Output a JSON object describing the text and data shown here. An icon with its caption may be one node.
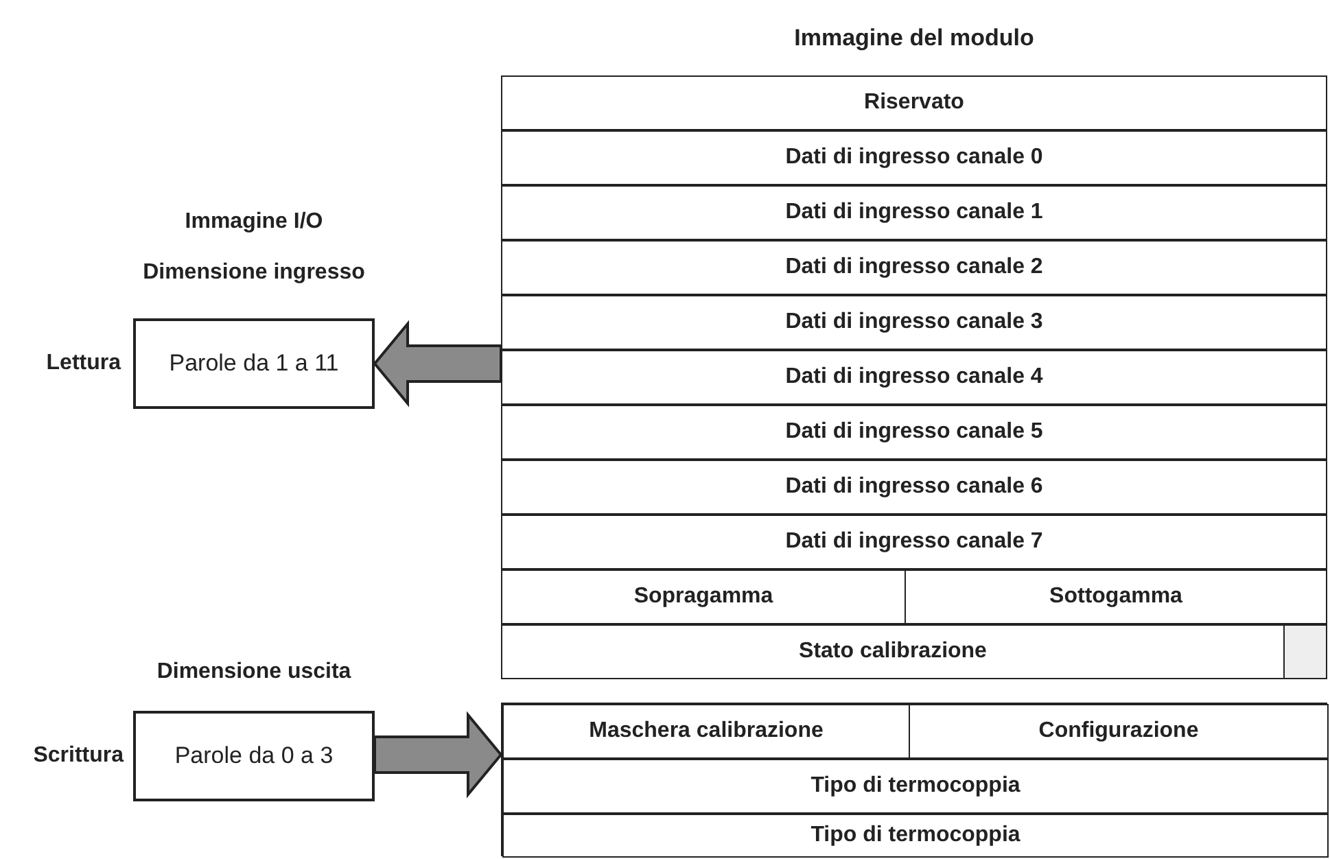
{
  "diagram": {
    "nodes": [
      {
        "text": [
          "Immagine del modulo"
        ]
      },
      {
        "text": [
          "Riservato"
        ],
        "in": 0
      },
      {
        "text": [
          "Dati di ingresso canale 0"
        ],
        "in": 0
      },
      {
        "text": [
          "Dati di ingresso canale 1"
        ],
        "in": 0
      },
      {
        "text": [
          "Dati di ingresso canale 2"
        ],
        "in": 0
      },
      {
        "text": [
          "Dati di ingresso canale 3"
        ],
        "in": 0
      },
      {
        "text": [
          "Dati di ingresso canale 4"
        ],
        "in": 0
      },
      {
        "text": [
          "Dati di ingresso canale 5"
        ],
        "in": 0
      },
      {
        "text": [
          "Dati di ingresso canale 6"
        ],
        "in": 0
      },
      {
        "text": [
          "Dati di ingresso canale 7"
        ],
        "in": 0
      },
      {
        "text": [
          "Sopragamma"
        ],
        "in": 0
      },
      {
        "text": [
          "Sottogamma"
        ],
        "in": 0
      },
      {
        "text": [
          "Stato calibrazione"
        ],
        "in": 0
      },
      {
        "text": [],
        "shape": "box",
        "in": 0
      },
      {
        "text": [
          "Parole da 1 a 11"
        ],
        "beside": [
          "Dimensione ingresso",
          "Lettura"
        ]
      },
      {
        "text": [
          "Parole da 0 a 3"
        ],
        "beside": [
          "Dimensione uscita",
          "Scrittura"
        ]
      },
      {
        "text": [],
        "shape": "box"
      },
      {
        "text": [
          "Maschera calibrazione"
        ],
        "in": 16
      },
      {
        "text": [
          "Configurazione"
        ],
        "in": 16
      },
      {
        "text": [
          "Tipo di termocoppia"
        ],
        "in": 16
      },
      {
        "text": [
          "Tipo di termocoppia"
        ],
        "in": 16
      }
    ],
    "edges": [
      {
        "from": 0,
        "to": 14,
        "arrow": "to",
        "style": "thick"
      },
      {
        "from": 15,
        "to": 16,
        "arrow": "to",
        "style": "thick"
      }
    ],
    "labels": [
      "Immagine I/O"
    ]
  }
}
